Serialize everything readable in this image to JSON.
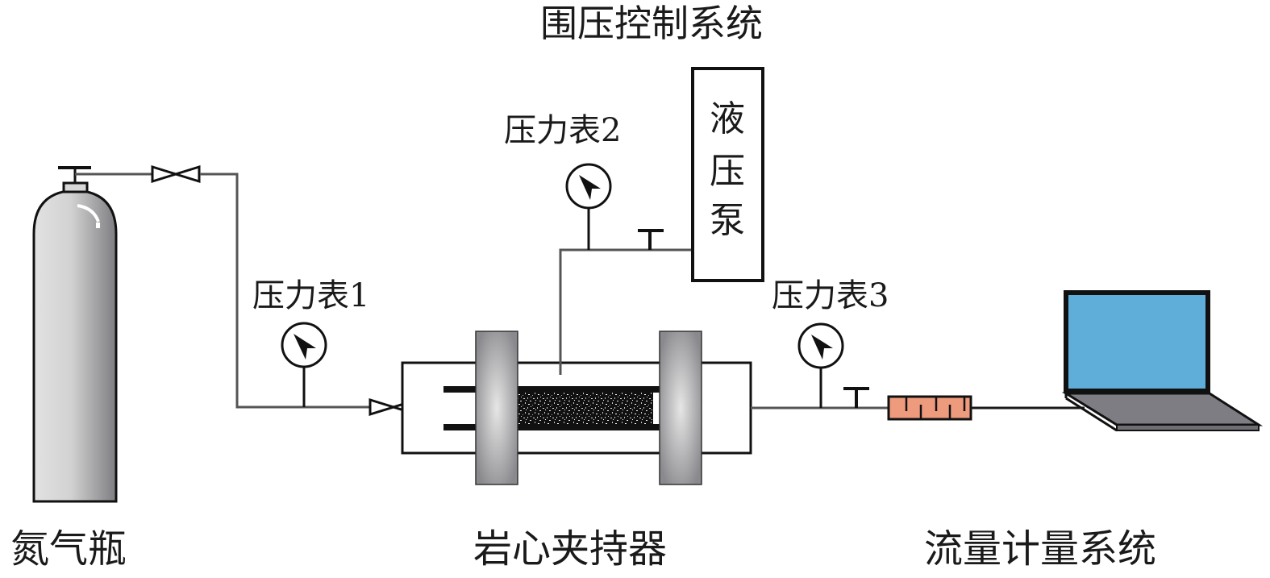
{
  "title": "围压控制系统",
  "labels": {
    "nitrogen_cylinder": "氮气瓶",
    "core_holder": "岩心夹持器",
    "flow_metering": "流量计量系统",
    "confining_control": "围压控制系统",
    "gauge1": "压力表1",
    "gauge2": "压力表2",
    "gauge3": "压力表3",
    "pump": [
      "液",
      "压",
      "泵"
    ]
  },
  "colors": {
    "cylinder_light": "#e2e2e2",
    "cylinder_dark": "#7e7e82",
    "flange_light": "#e6e6e6",
    "flange_dark": "#8a8a8e",
    "flowmeter": "#ee9a7c",
    "screen": "#5eaed9",
    "laptop_base": "#7e7d83",
    "line": "#111111"
  }
}
